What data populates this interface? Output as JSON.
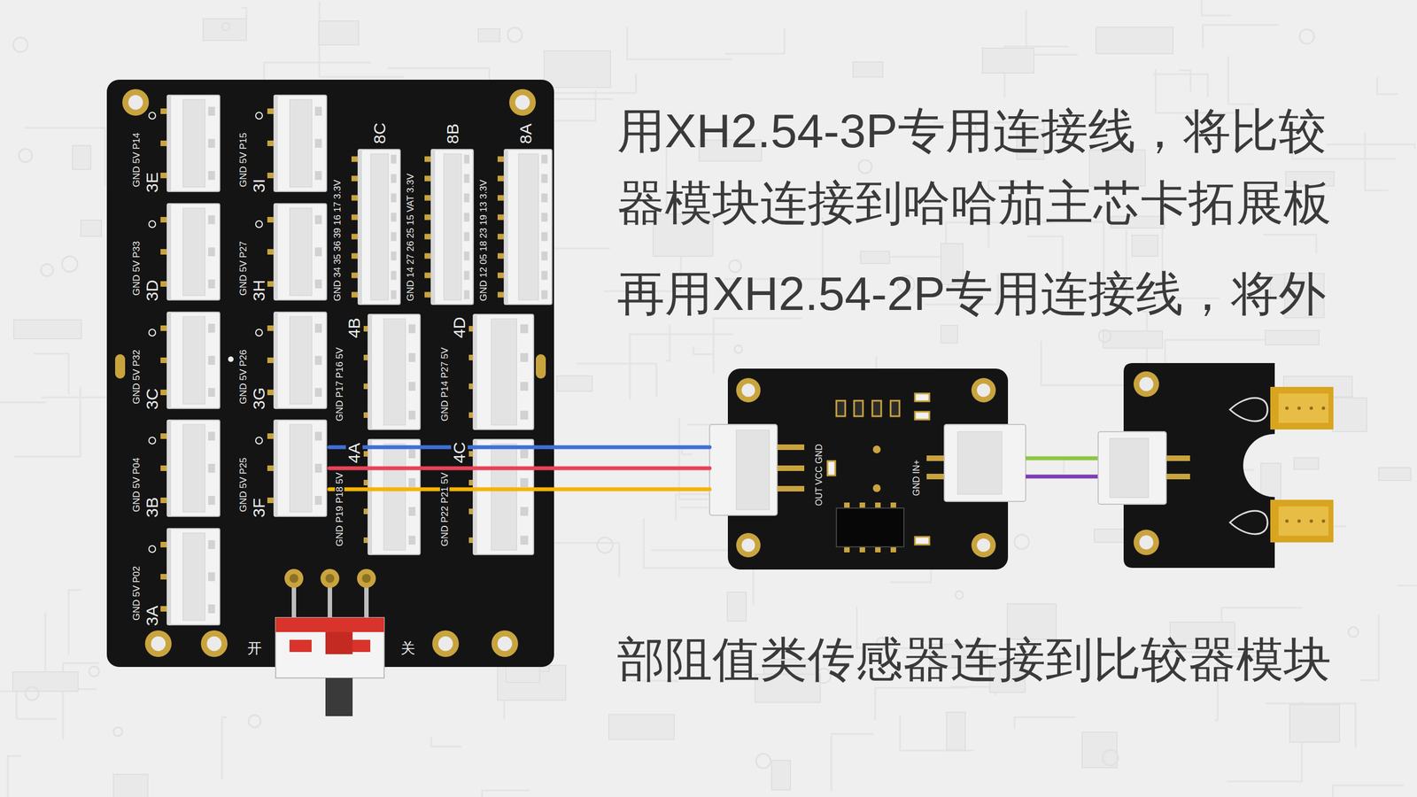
{
  "diagram": {
    "nodes": [
      {
        "text": [
          "开",
          "关"
        ]
      },
      {
        "text": [
          "3E",
          "GND 5V P14"
        ],
        "in": 0
      },
      {
        "text": [
          "3I",
          "GND 5V P15"
        ],
        "in": 0
      },
      {
        "text": [
          "8C",
          "GND 34 35 36 39 16 17 3.3V"
        ],
        "in": 0
      },
      {
        "text": [
          "8B",
          "GND 14 27 26 25 15 VAT 3.3V"
        ],
        "in": 0
      },
      {
        "text": [
          "8A",
          "GND 12 05 18 23 19 13 3.3V"
        ],
        "in": 0
      },
      {
        "text": [
          "3D",
          "GND 5V P33"
        ],
        "in": 0
      },
      {
        "text": [
          "3H",
          "GND 5V P27"
        ],
        "in": 0
      },
      {
        "text": [
          "4B",
          "GND P17 P16 5V"
        ],
        "in": 0
      },
      {
        "text": [
          "4D",
          "GND P14 P27 5V"
        ],
        "in": 0
      },
      {
        "text": [
          "3C",
          "GND 5V P32"
        ],
        "in": 0
      },
      {
        "text": [
          "3G",
          "GND 5V P26"
        ],
        "in": 0
      },
      {
        "text": [
          "3B",
          "GND 5V P04"
        ],
        "in": 0
      },
      {
        "text": [
          "3F",
          "GND 5V P25"
        ],
        "in": 0
      },
      {
        "text": [
          "4A",
          "GND P19 P18 5V"
        ],
        "in": 0
      },
      {
        "text": [
          "4C",
          "GND P22 P21 5V"
        ],
        "in": 0
      },
      {
        "text": [
          "3A",
          "GND 5V P02"
        ],
        "in": 0
      },
      {
        "text": [
          "OUT VCC GND",
          "GND IN+"
        ]
      }
    ],
    "edges": [
      {
        "from": 13,
        "to": 17,
        "arrow": "none"
      }
    ],
    "labels": [
      "用XH2.54-3P专用连接线，将比较",
      "器模块连接到哈哈茄主芯卡拓展板",
      "再用XH2.54-2P专用连接线，将外",
      "部阻值类传感器连接到比较器模块"
    ]
  }
}
